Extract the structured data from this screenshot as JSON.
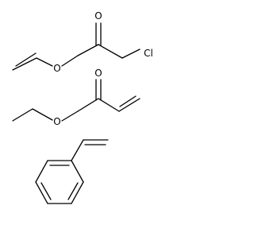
{
  "molecules": [
    {
      "atoms": {
        "O1": "O",
        "O2": "O",
        "Cl": "Cl"
      }
    },
    {
      "atoms": {
        "O1": "O",
        "O2": "O"
      }
    },
    {
      "atoms": {}
    }
  ],
  "colors": {
    "bond": "#000000",
    "background": "#ffffff"
  }
}
